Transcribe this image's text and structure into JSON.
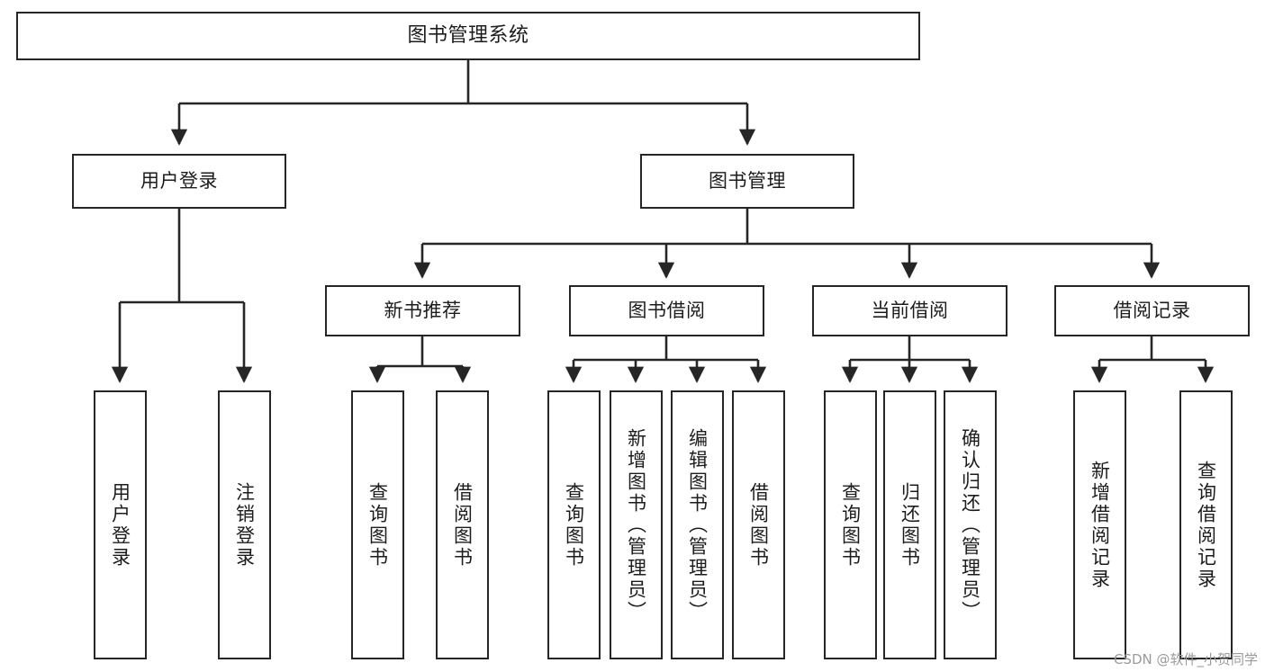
{
  "diagram": {
    "title": "图书管理系统",
    "type": "tree-hierarchy-diagram",
    "watermark": "CSDN @软件_小贺同学",
    "colors": {
      "stroke": "#262626",
      "box_fill": "#ffffff",
      "text": "#1c1c1c",
      "background": "#ffffff",
      "watermark": "#9a9a9a"
    },
    "nodes": {
      "root": {
        "label": "图书管理系统"
      },
      "level2": [
        {
          "id": "user-login",
          "label": "用户登录"
        },
        {
          "id": "book-management",
          "label": "图书管理"
        }
      ],
      "level3": [
        {
          "id": "new-book-recommend",
          "label": "新书推荐"
        },
        {
          "id": "book-borrow",
          "label": "图书借阅"
        },
        {
          "id": "current-borrow",
          "label": "当前借阅"
        },
        {
          "id": "borrow-record",
          "label": "借阅记录"
        }
      ],
      "leaves": {
        "user_login": [
          {
            "id": "leaf-user-login",
            "label": "用户登录"
          },
          {
            "id": "leaf-logout-login",
            "label": "注销登录"
          }
        ],
        "new_book_recommend": [
          {
            "id": "leaf-query-book-1",
            "label": "查询图书"
          },
          {
            "id": "leaf-borrow-book-1",
            "label": "借阅图书"
          }
        ],
        "book_borrow": [
          {
            "id": "leaf-query-book-2",
            "label": "查询图书"
          },
          {
            "id": "leaf-add-book",
            "label": "新增图书（管理员）"
          },
          {
            "id": "leaf-edit-book",
            "label": "编辑图书（管理员）"
          },
          {
            "id": "leaf-borrow-book-2",
            "label": "借阅图书"
          }
        ],
        "current_borrow": [
          {
            "id": "leaf-query-book-3",
            "label": "查询图书"
          },
          {
            "id": "leaf-return-book",
            "label": "归还图书"
          },
          {
            "id": "leaf-confirm-return",
            "label": "确认归还（管理员）"
          }
        ],
        "borrow_record": [
          {
            "id": "leaf-add-record",
            "label": "新增借阅记录"
          },
          {
            "id": "leaf-query-record",
            "label": "查询借阅记录"
          }
        ]
      }
    }
  }
}
